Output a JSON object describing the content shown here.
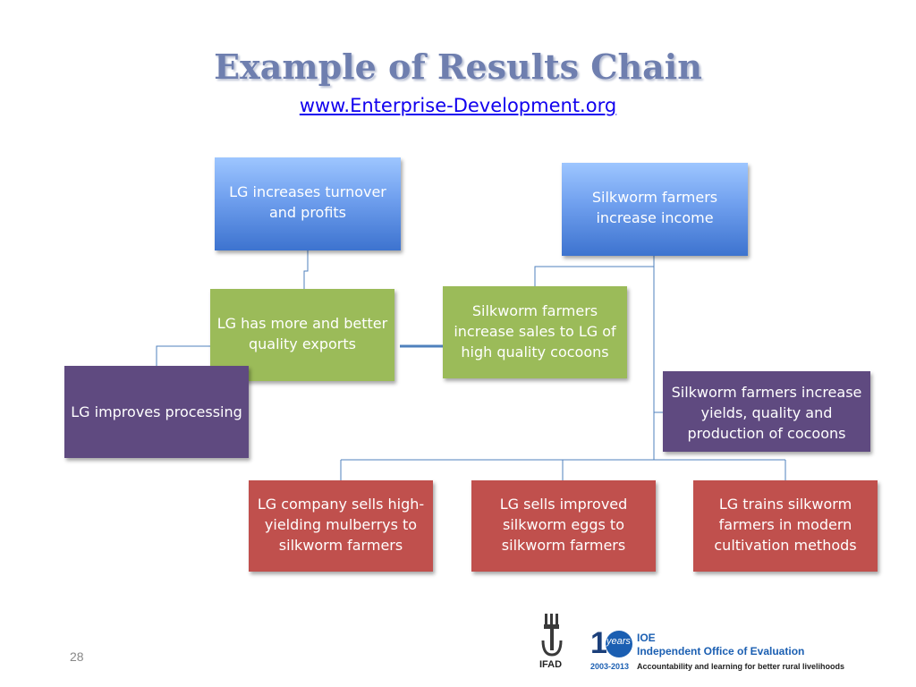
{
  "slide": {
    "title": "Example of Results Chain",
    "subtitle": "www.Enterprise-Development.org",
    "page_number": "28"
  },
  "nodes": {
    "lg_turnover": "LG increases turnover and profits",
    "lg_exports": "LG has more and better quality exports",
    "lg_processing": "LG improves processing",
    "farmers_income": "Silkworm farmers increase income",
    "farmers_sales": "Silkworm farmers increase sales to LG of high quality cocoons",
    "farmers_yields": "Silkworm farmers increase yields, quality and production of cocoons",
    "lg_mulberry": "LG company sells high-yielding mulberrys to silkworm farmers",
    "lg_eggs": "LG sells improved silkworm eggs to silkworm farmers",
    "lg_trains": "LG trains silkworm farmers in modern cultivation methods"
  },
  "logos": {
    "ifad": "IFAD",
    "ioe_abbr": "IOE",
    "ioe_name": "Independent Office of Evaluation",
    "ioe_years_digit": "1",
    "ioe_years_word": "years",
    "ioe_range": "2003-2013",
    "ioe_tagline": "Accountability and learning for better rural livelihoods"
  },
  "colors": {
    "title": "#6f7faf",
    "link": "#1100ee",
    "blue_box": "#5b8fe0",
    "green_box": "#9bbb59",
    "purple_box": "#5f4a80",
    "red_box": "#c0504d",
    "connector": "#4f81bd",
    "ioe_blue": "#1b5fb2"
  }
}
